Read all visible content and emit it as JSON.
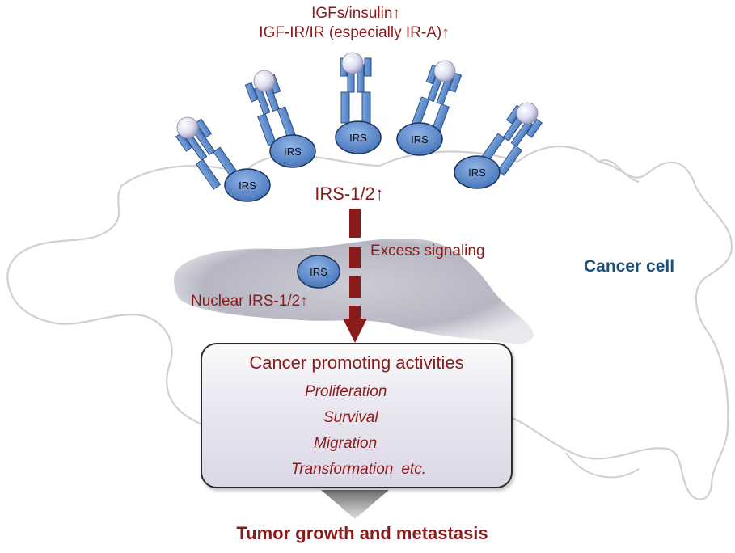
{
  "labels": {
    "ligand_line": "IGFs/insulin↑",
    "receptor_line": "IGF-IR/IR (especially IR-A)↑",
    "irs_level": "IRS-1/2↑",
    "signaling": "Excess signaling",
    "nuclear": "Nuclear IRS-1/2↑",
    "cell": "Cancer cell",
    "outcome": "Tumor growth and metastasis",
    "irs_node": "IRS"
  },
  "activities_box": {
    "title": "Cancer promoting activities",
    "items": [
      "Proliferation",
      "Survival",
      "Migration",
      "Transformation"
    ],
    "suffix": "etc."
  },
  "colors": {
    "text_red": "#8b1a1a",
    "cell_label_blue": "#1f4e79",
    "receptor_blue": "#5b8fd0",
    "irs_fill": "#4f7fc4",
    "arrow": "#8b1a1a"
  }
}
